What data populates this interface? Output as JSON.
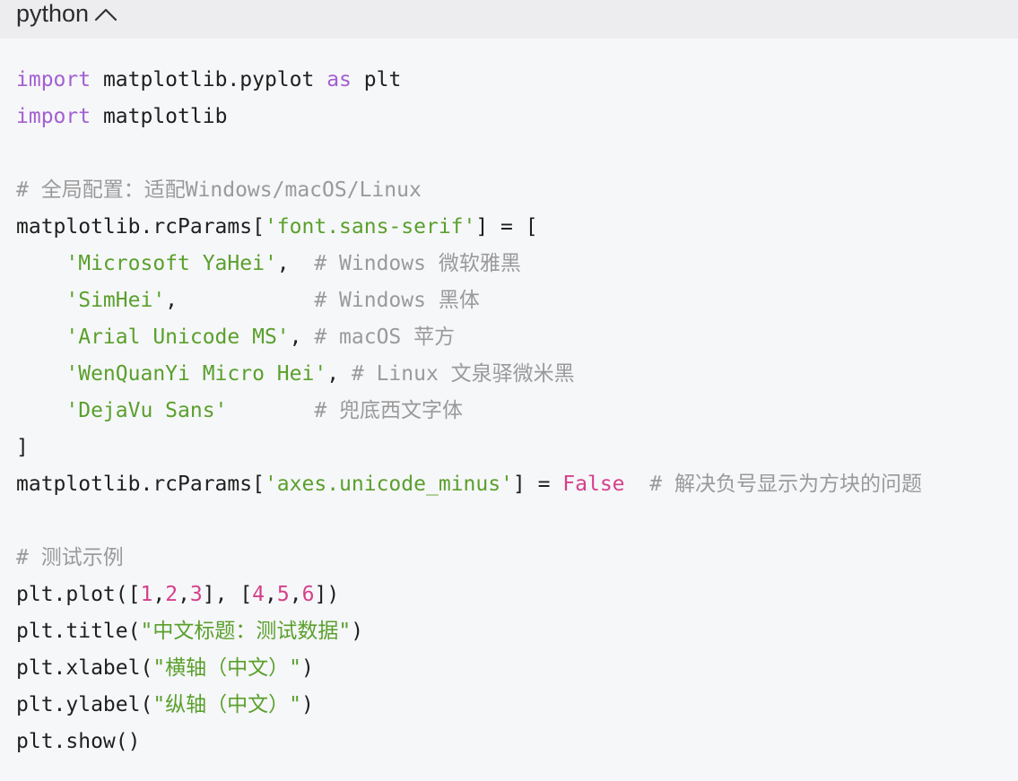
{
  "header": {
    "language": "python",
    "collapse_icon": "chevron-up-icon"
  },
  "colors": {
    "keyword": "#a35fd1",
    "string": "#5aa02c",
    "number": "#d5408b",
    "comment": "#9a9a9a",
    "text": "#1f1f1f",
    "background": "#f6f7f9",
    "header_background": "#ededef"
  },
  "code": {
    "lines": [
      [
        {
          "t": "kw",
          "v": "import"
        },
        {
          "t": "p",
          "v": " matplotlib.pyplot "
        },
        {
          "t": "kw",
          "v": "as"
        },
        {
          "t": "p",
          "v": " plt"
        }
      ],
      [
        {
          "t": "kw",
          "v": "import"
        },
        {
          "t": "p",
          "v": " matplotlib"
        }
      ],
      [],
      [
        {
          "t": "cm",
          "v": "# 全局配置：适配Windows/macOS/Linux"
        }
      ],
      [
        {
          "t": "p",
          "v": "matplotlib.rcParams["
        },
        {
          "t": "str",
          "v": "'font.sans-serif'"
        },
        {
          "t": "p",
          "v": "] = ["
        }
      ],
      [
        {
          "t": "p",
          "v": "    "
        },
        {
          "t": "str",
          "v": "'Microsoft YaHei'"
        },
        {
          "t": "p",
          "v": ",  "
        },
        {
          "t": "cm",
          "v": "# Windows 微软雅黑"
        }
      ],
      [
        {
          "t": "p",
          "v": "    "
        },
        {
          "t": "str",
          "v": "'SimHei'"
        },
        {
          "t": "p",
          "v": ",           "
        },
        {
          "t": "cm",
          "v": "# Windows 黑体"
        }
      ],
      [
        {
          "t": "p",
          "v": "    "
        },
        {
          "t": "str",
          "v": "'Arial Unicode MS'"
        },
        {
          "t": "p",
          "v": ", "
        },
        {
          "t": "cm",
          "v": "# macOS 苹方"
        }
      ],
      [
        {
          "t": "p",
          "v": "    "
        },
        {
          "t": "str",
          "v": "'WenQuanYi Micro Hei'"
        },
        {
          "t": "p",
          "v": ", "
        },
        {
          "t": "cm",
          "v": "# Linux 文泉驿微米黑"
        }
      ],
      [
        {
          "t": "p",
          "v": "    "
        },
        {
          "t": "str",
          "v": "'DejaVu Sans'"
        },
        {
          "t": "p",
          "v": "       "
        },
        {
          "t": "cm",
          "v": "# 兜底西文字体"
        }
      ],
      [
        {
          "t": "p",
          "v": "]"
        }
      ],
      [
        {
          "t": "p",
          "v": "matplotlib.rcParams["
        },
        {
          "t": "str",
          "v": "'axes.unicode_minus'"
        },
        {
          "t": "p",
          "v": "] = "
        },
        {
          "t": "bool",
          "v": "False"
        },
        {
          "t": "p",
          "v": "  "
        },
        {
          "t": "cm",
          "v": "# 解决负号显示为方块的问题"
        }
      ],
      [],
      [
        {
          "t": "cm",
          "v": "# 测试示例"
        }
      ],
      [
        {
          "t": "p",
          "v": "plt.plot(["
        },
        {
          "t": "num",
          "v": "1"
        },
        {
          "t": "p",
          "v": ","
        },
        {
          "t": "num",
          "v": "2"
        },
        {
          "t": "p",
          "v": ","
        },
        {
          "t": "num",
          "v": "3"
        },
        {
          "t": "p",
          "v": "], ["
        },
        {
          "t": "num",
          "v": "4"
        },
        {
          "t": "p",
          "v": ","
        },
        {
          "t": "num",
          "v": "5"
        },
        {
          "t": "p",
          "v": ","
        },
        {
          "t": "num",
          "v": "6"
        },
        {
          "t": "p",
          "v": "])"
        }
      ],
      [
        {
          "t": "p",
          "v": "plt.title("
        },
        {
          "t": "str",
          "v": "\"中文标题：测试数据\""
        },
        {
          "t": "p",
          "v": ")"
        }
      ],
      [
        {
          "t": "p",
          "v": "plt.xlabel("
        },
        {
          "t": "str",
          "v": "\"横轴（中文）\""
        },
        {
          "t": "p",
          "v": ")"
        }
      ],
      [
        {
          "t": "p",
          "v": "plt.ylabel("
        },
        {
          "t": "str",
          "v": "\"纵轴（中文）\""
        },
        {
          "t": "p",
          "v": ")"
        }
      ],
      [
        {
          "t": "p",
          "v": "plt.show()"
        }
      ]
    ]
  }
}
